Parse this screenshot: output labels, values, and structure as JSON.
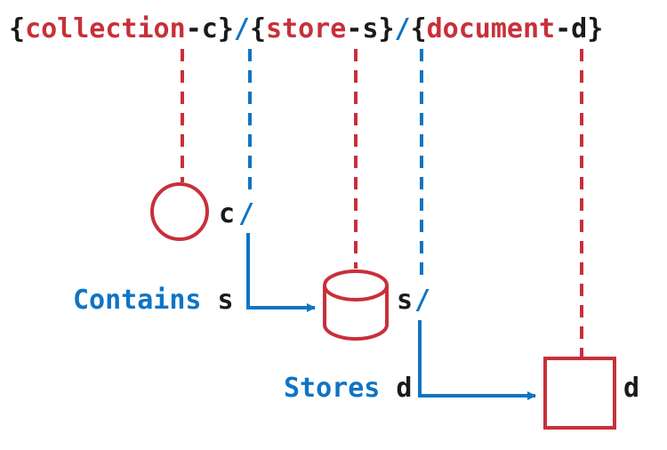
{
  "colors": {
    "red": "#c8303a",
    "blue": "#0f74c4",
    "black": "#1a1a1a"
  },
  "template": {
    "open1": "{",
    "collection": "collection",
    "collection_suffix": "-c",
    "close1": "}",
    "sep1": "/",
    "open2": "{",
    "store": "store",
    "store_suffix": "-s",
    "close2": "}",
    "sep2": "/",
    "open3": "{",
    "document": "document",
    "document_suffix": "-d",
    "close3": "}"
  },
  "nodes": {
    "collection_label": "c",
    "collection_slash": "/",
    "store_label": "s",
    "store_slash": "/",
    "document_label": "d"
  },
  "relations": {
    "contains_word": "Contains",
    "contains_var": "s",
    "stores_word": "Stores",
    "stores_var": "d"
  }
}
